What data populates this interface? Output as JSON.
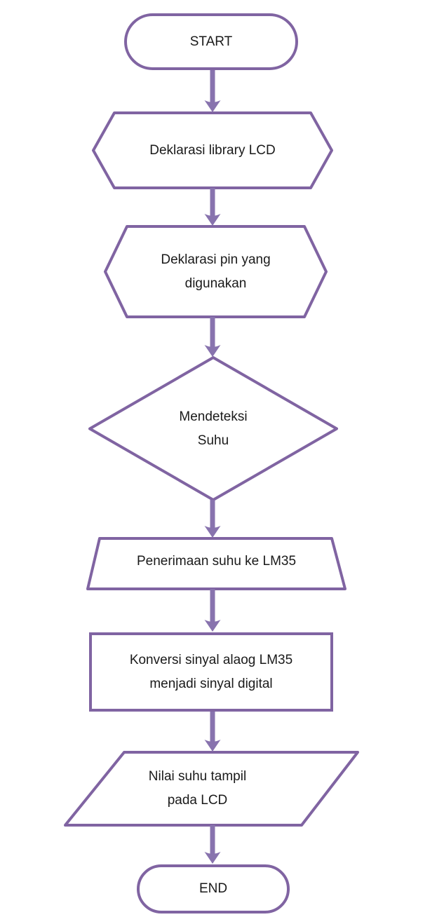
{
  "colors": {
    "shape_border": "#8064A2",
    "arrow": "#8873AE",
    "text": "#1a1a1a",
    "background": "#ffffff"
  },
  "flowchart": {
    "direction": "top-to-bottom",
    "nodes": [
      {
        "id": "start",
        "shape": "terminator",
        "label": "START"
      },
      {
        "id": "declare-library",
        "shape": "preparation-hexagon",
        "label": "Deklarasi library LCD"
      },
      {
        "id": "declare-pins",
        "shape": "preparation-hexagon",
        "label": "Deklarasi pin yang\ndigunakan"
      },
      {
        "id": "detect-suhu",
        "shape": "decision-diamond",
        "label": "Mendeteksi\nSuhu"
      },
      {
        "id": "receive-lm35",
        "shape": "trapezoid",
        "label": "Penerimaan suhu ke LM35"
      },
      {
        "id": "convert-signal",
        "shape": "process-rectangle",
        "label": "Konversi sinyal alaog LM35\nmenjadi sinyal digital"
      },
      {
        "id": "display-lcd",
        "shape": "parallelogram",
        "label": "Nilai suhu tampil\npada LCD"
      },
      {
        "id": "end",
        "shape": "terminator",
        "label": "END"
      }
    ],
    "edges": [
      {
        "from": "start",
        "to": "declare-library"
      },
      {
        "from": "declare-library",
        "to": "declare-pins"
      },
      {
        "from": "declare-pins",
        "to": "detect-suhu"
      },
      {
        "from": "detect-suhu",
        "to": "receive-lm35"
      },
      {
        "from": "receive-lm35",
        "to": "convert-signal"
      },
      {
        "from": "convert-signal",
        "to": "display-lcd"
      },
      {
        "from": "display-lcd",
        "to": "end"
      }
    ]
  }
}
